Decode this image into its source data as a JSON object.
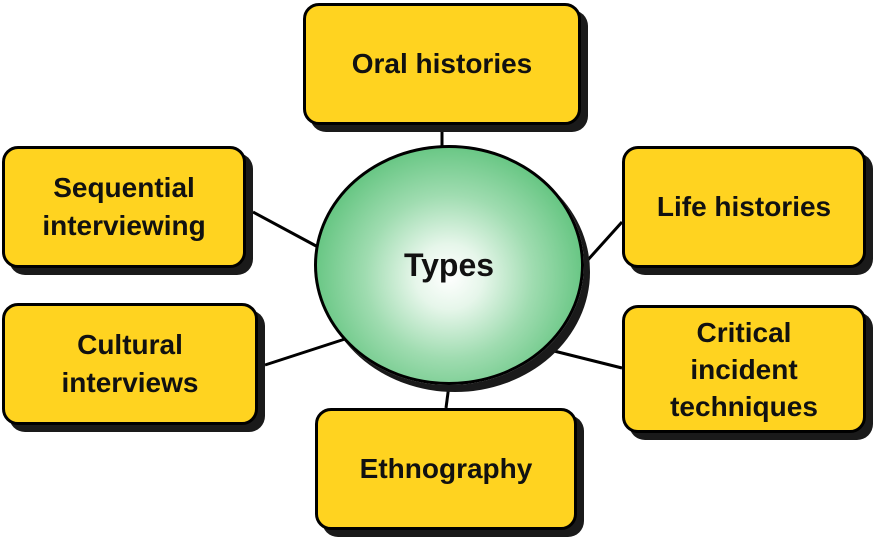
{
  "diagram": {
    "center": {
      "label": "Types"
    },
    "nodes": [
      {
        "id": "oral",
        "lines": [
          "Oral histories"
        ]
      },
      {
        "id": "sequential",
        "lines": [
          "Sequential",
          "interviewing"
        ]
      },
      {
        "id": "life",
        "lines": [
          "Life histories"
        ]
      },
      {
        "id": "cultural",
        "lines": [
          "Cultural",
          "interviews"
        ]
      },
      {
        "id": "critical",
        "lines": [
          "Critical",
          "incident",
          "techniques"
        ]
      },
      {
        "id": "ethno",
        "lines": [
          "Ethnography"
        ]
      }
    ]
  },
  "colors": {
    "box_fill": "#FFD320",
    "circle_fill": "#62C47F",
    "outline": "#000000"
  }
}
